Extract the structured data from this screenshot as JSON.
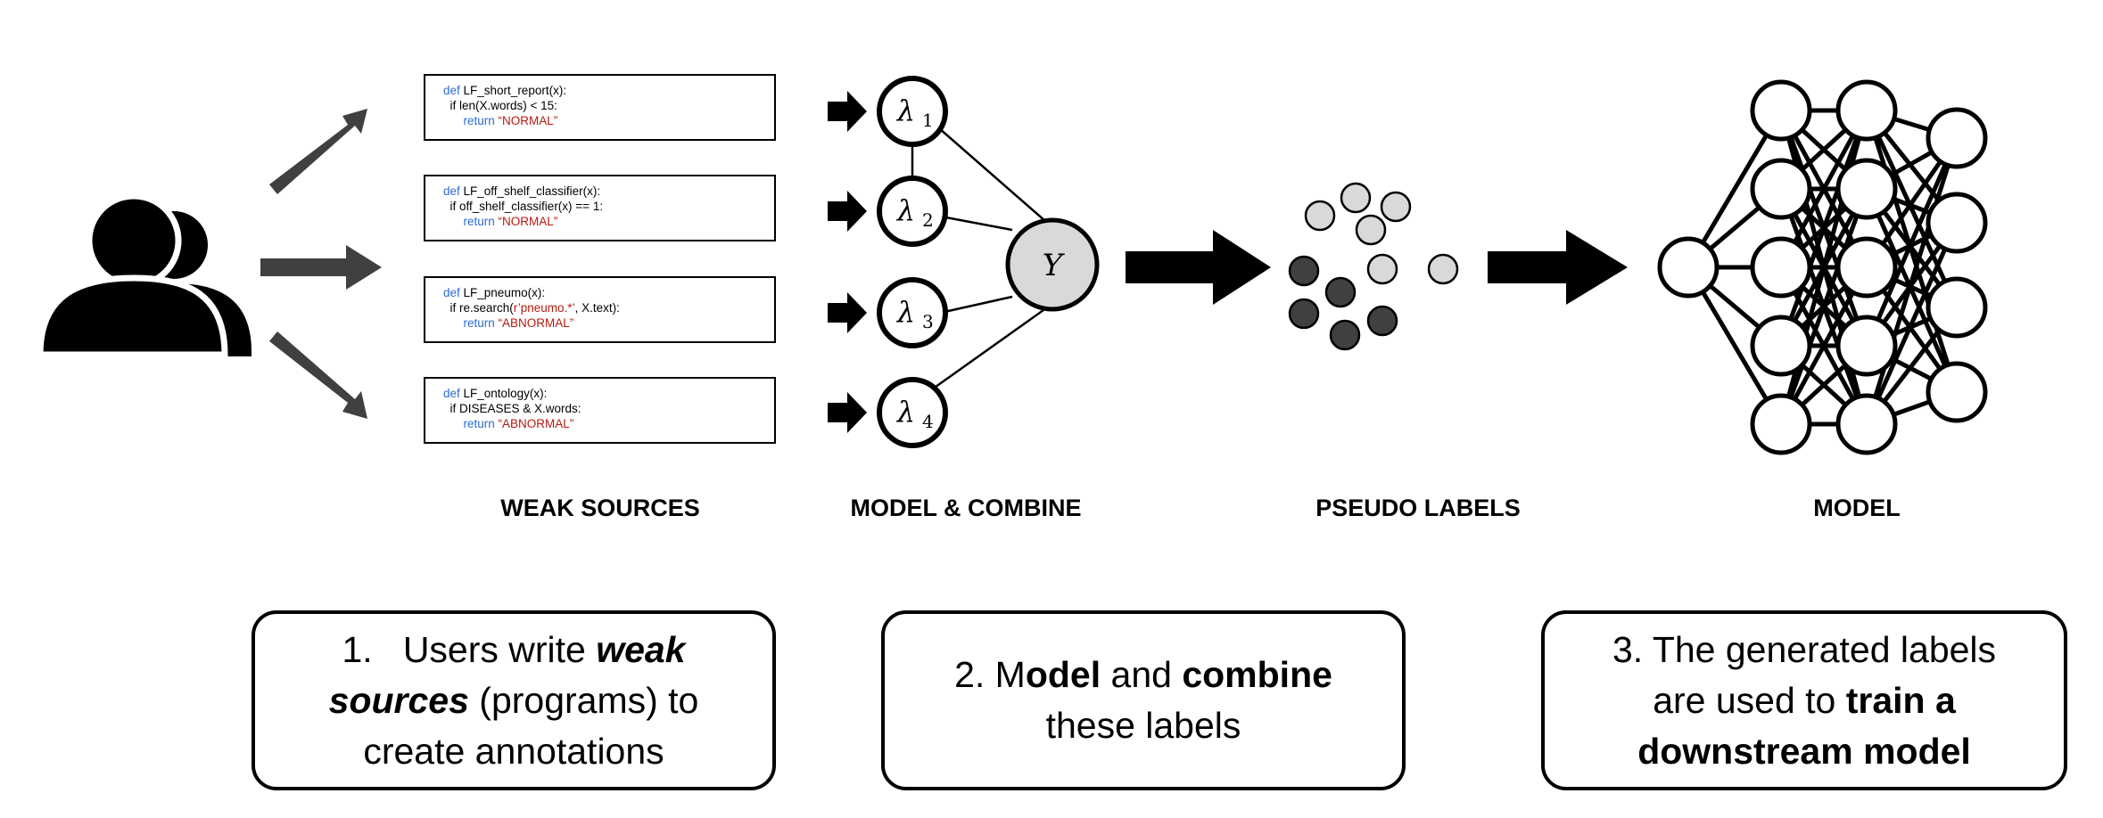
{
  "labeling_functions": [
    {
      "lines": [
        [
          {
            "t": "def ",
            "c": "kw"
          },
          {
            "t": "LF_short_report(x):",
            "c": ""
          }
        ],
        [
          {
            "t": "  if len(X.words) < 15:",
            "c": ""
          }
        ],
        [
          {
            "t": "      return ",
            "c": "kw"
          },
          {
            "t": "“NORMAL”",
            "c": "str"
          }
        ]
      ]
    },
    {
      "lines": [
        [
          {
            "t": "def ",
            "c": "kw"
          },
          {
            "t": "LF_off_shelf_classifier(x):",
            "c": ""
          }
        ],
        [
          {
            "t": "  if off_shelf_classifier(x) == 1:",
            "c": ""
          }
        ],
        [
          {
            "t": "      return ",
            "c": "kw"
          },
          {
            "t": "“NORMAL”",
            "c": "str"
          }
        ]
      ]
    },
    {
      "lines": [
        [
          {
            "t": "def ",
            "c": "kw"
          },
          {
            "t": "LF_pneumo(x):",
            "c": ""
          }
        ],
        [
          {
            "t": "  if re.search(",
            "c": ""
          },
          {
            "t": "r’pneumo.*’",
            "c": "str"
          },
          {
            "t": ", X.text):",
            "c": ""
          }
        ],
        [
          {
            "t": "      return ",
            "c": "kw"
          },
          {
            "t": "“ABNORMAL”",
            "c": "str"
          }
        ]
      ]
    },
    {
      "lines": [
        [
          {
            "t": "def ",
            "c": "kw"
          },
          {
            "t": "LF_ontology(x):",
            "c": ""
          }
        ],
        [
          {
            "t": "  if DISEASES & X.words:",
            "c": ""
          }
        ],
        [
          {
            "t": "      return ",
            "c": "kw"
          },
          {
            "t": "“ABNORMAL”",
            "c": "str"
          }
        ]
      ]
    }
  ],
  "lambda_nodes": [
    {
      "symbol": "λ",
      "subscript": "1"
    },
    {
      "symbol": "λ",
      "subscript": "2"
    },
    {
      "symbol": "λ",
      "subscript": "3"
    },
    {
      "symbol": "λ",
      "subscript": "4"
    }
  ],
  "y_node": {
    "symbol": "Y"
  },
  "section_labels": {
    "weak_sources": "WEAK SOURCES",
    "model_combine": "MODEL & COMBINE",
    "pseudo_labels": "PSEUDO LABELS",
    "model": "MODEL"
  },
  "steps": [
    {
      "lines": [
        [
          {
            "t": "1.   Users write ",
            "s": ""
          },
          {
            "t": "weak",
            "s": "bi"
          }
        ],
        [
          {
            "t": "sources",
            "s": "bi"
          },
          {
            "t": " (programs) to",
            "s": ""
          }
        ],
        [
          {
            "t": "create annotations",
            "s": ""
          }
        ]
      ]
    },
    {
      "lines": [
        [
          {
            "t": "2. M",
            "s": ""
          },
          {
            "t": "odel",
            "s": "b"
          },
          {
            "t": " and ",
            "s": ""
          },
          {
            "t": "combine",
            "s": "b"
          }
        ],
        [
          {
            "t": "these labels",
            "s": ""
          }
        ]
      ]
    },
    {
      "lines": [
        [
          {
            "t": "3. The generated labels",
            "s": ""
          }
        ],
        [
          {
            "t": "are used to ",
            "s": ""
          },
          {
            "t": "train a",
            "s": "b"
          }
        ],
        [
          {
            "t": "downstream model",
            "s": "b"
          }
        ]
      ]
    }
  ],
  "colors": {
    "keyword": "#2d6bd3",
    "string": "#b8190f",
    "arrow_gray": "#404040",
    "pseudo_light": "#d9d9d9",
    "pseudo_dark": "#404040"
  },
  "icons": {
    "users": "users-icon"
  }
}
